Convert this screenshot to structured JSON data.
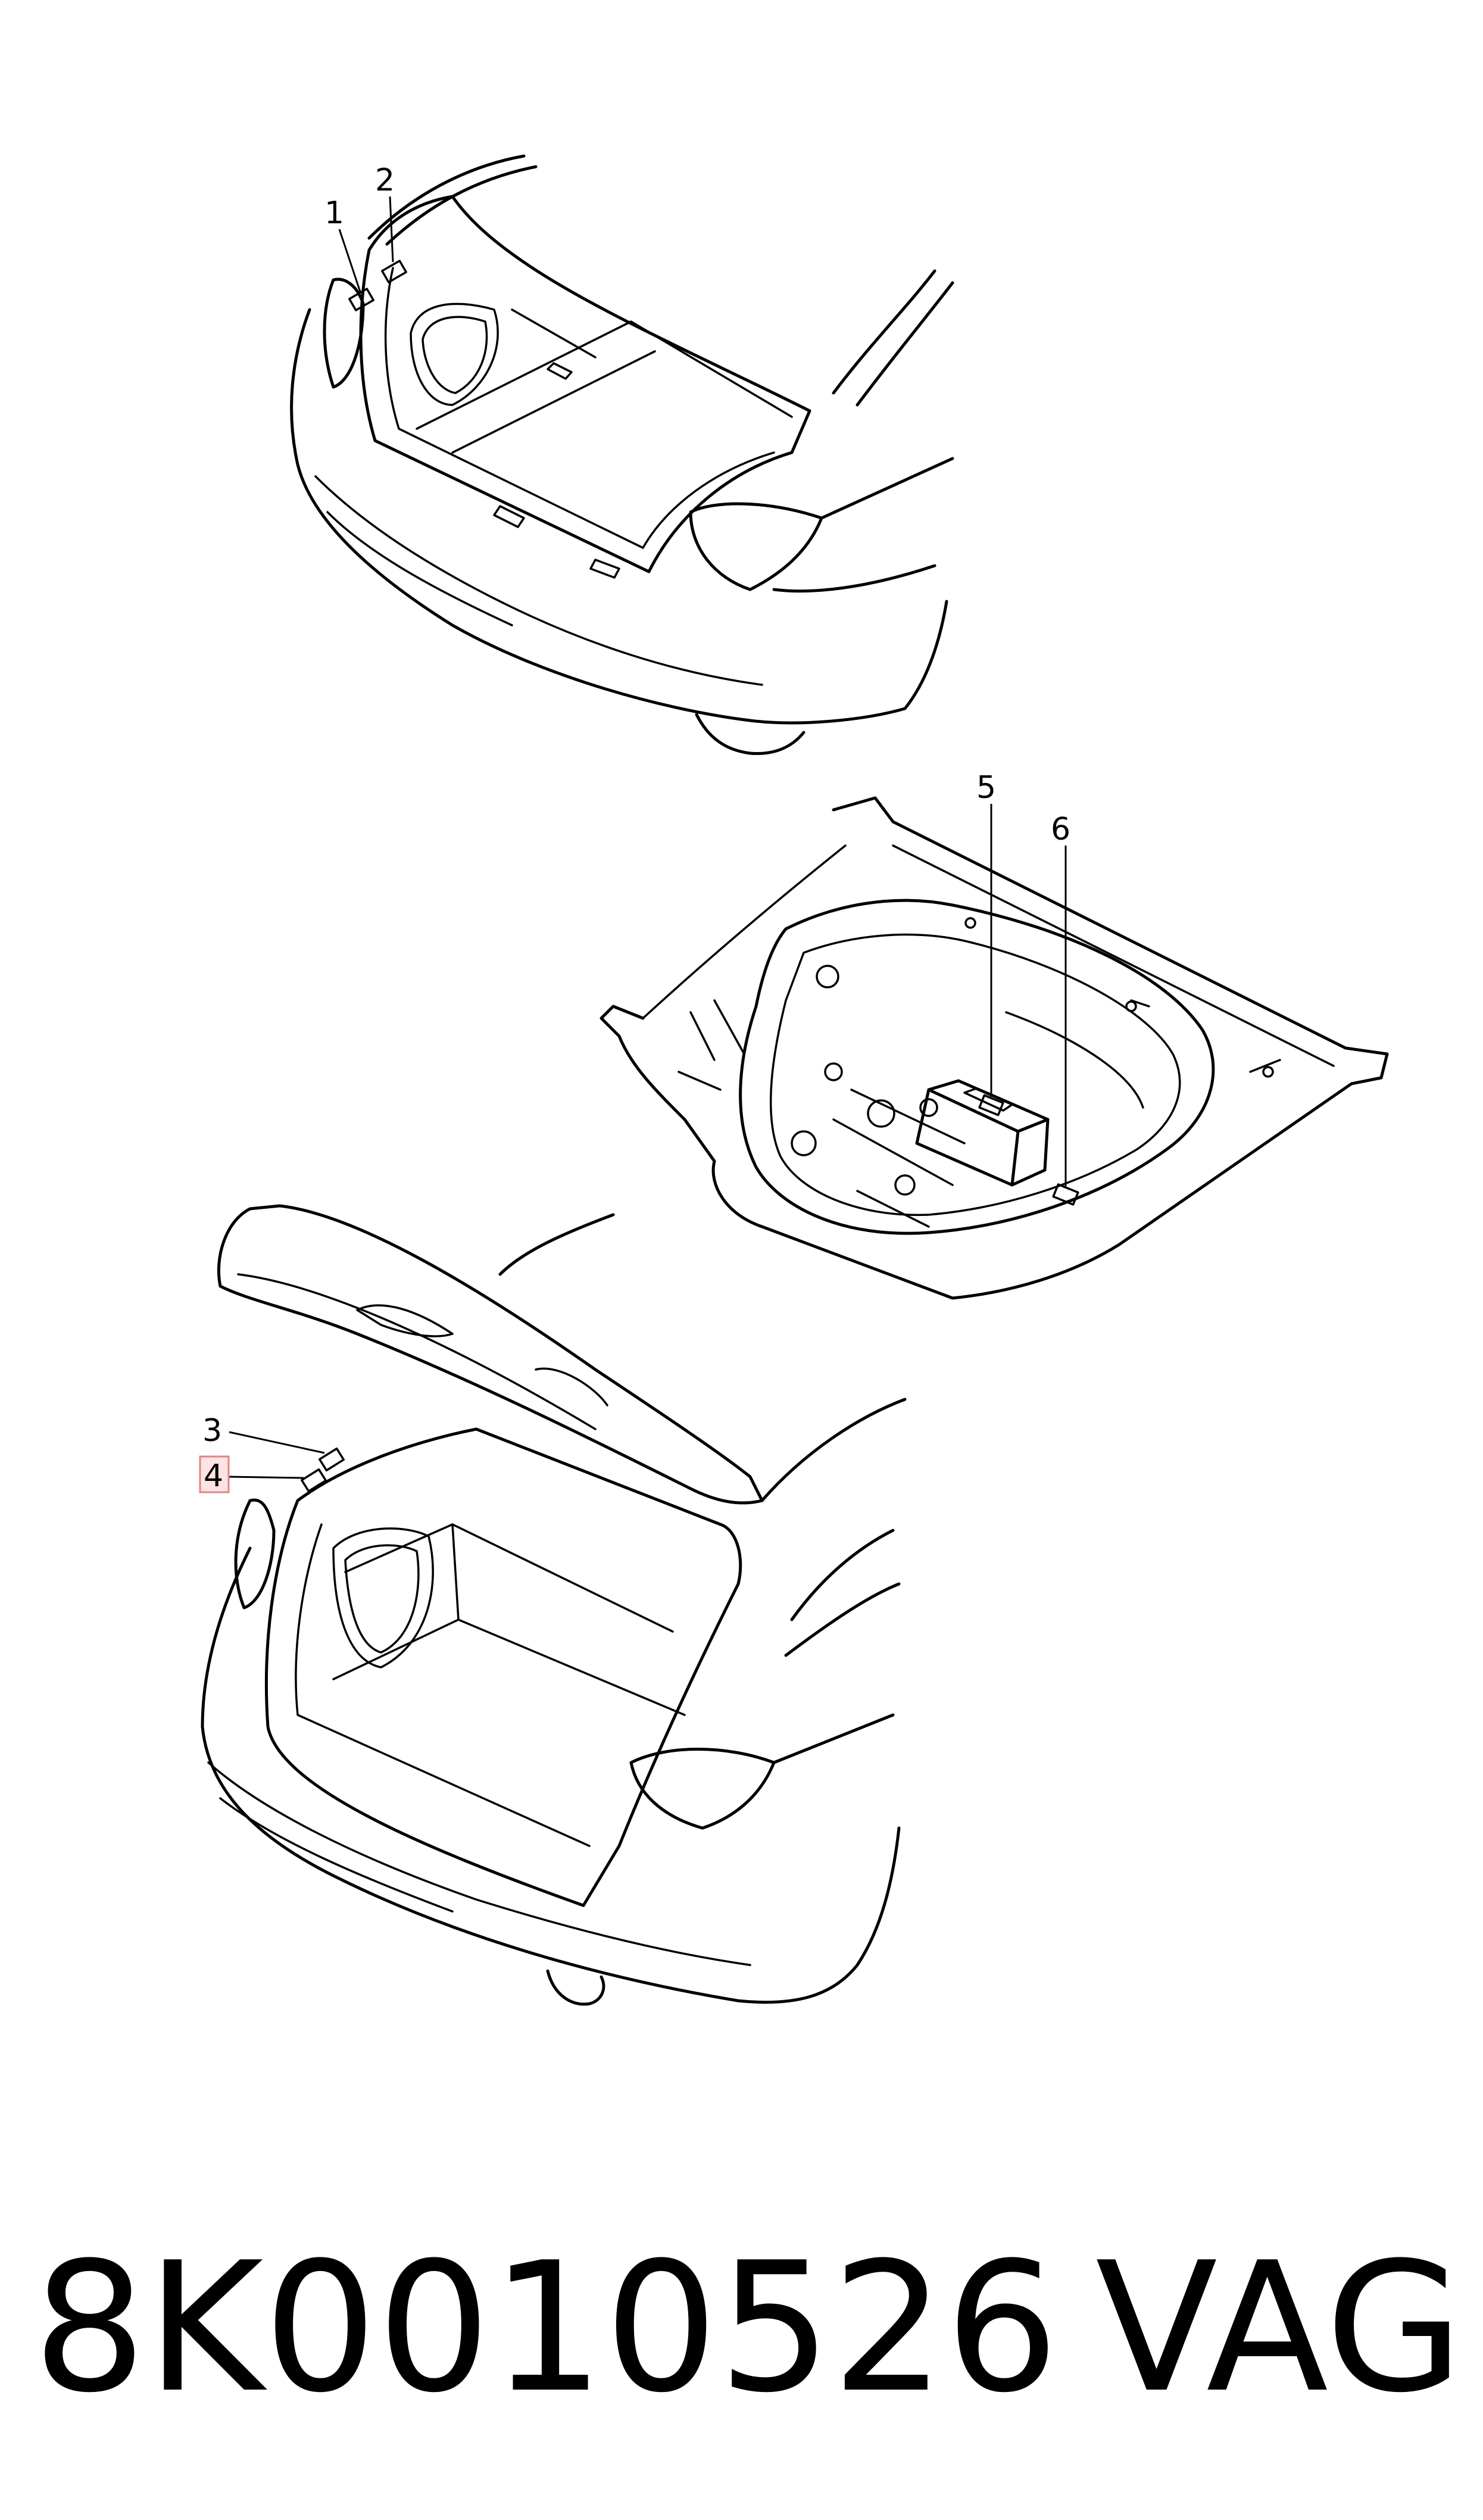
{
  "callouts": {
    "c1": "1",
    "c2": "2",
    "c3": "3",
    "c4": "4",
    "c5": "5",
    "c6": "6"
  },
  "highlight": {
    "callout": "4",
    "fill": "#fde3e3",
    "stroke": "#e08585"
  },
  "footer": {
    "part_number": "8K0010526",
    "brand": "VAG"
  }
}
